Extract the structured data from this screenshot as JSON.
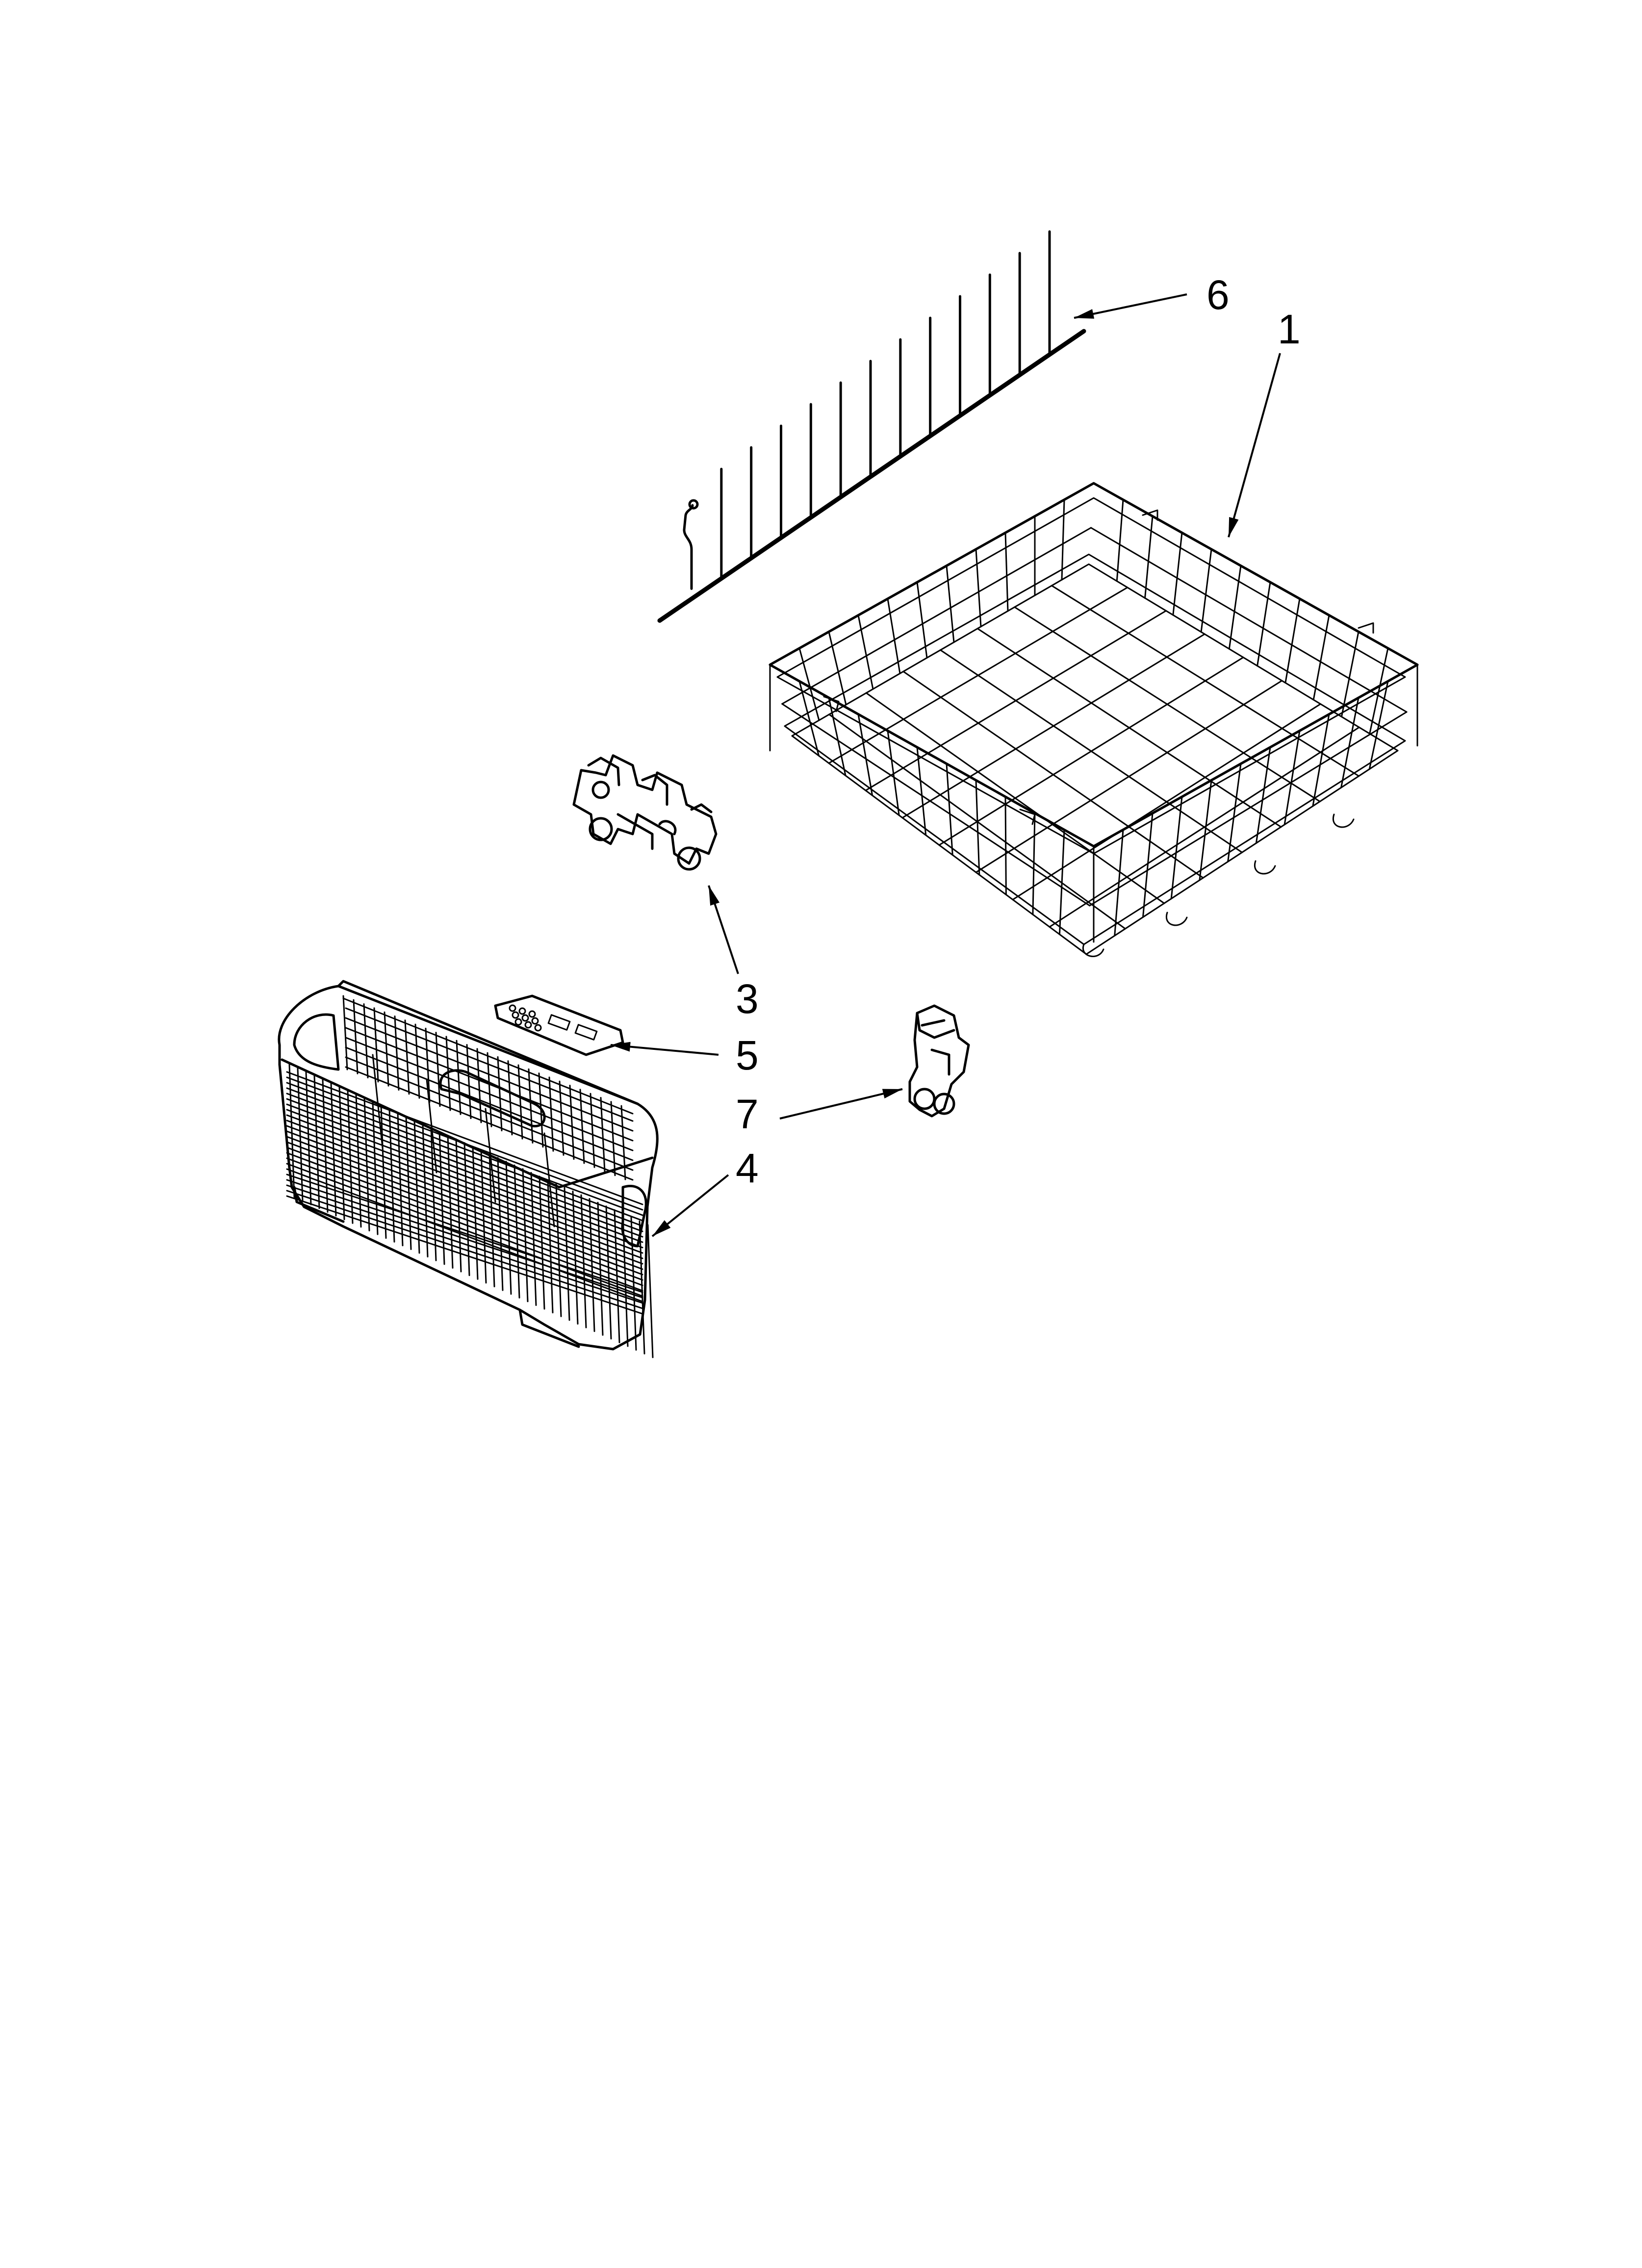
{
  "parts": [
    {
      "id": "1",
      "label": "1",
      "description_icon": "dish-rack-icon"
    },
    {
      "id": "3",
      "label": "3",
      "description_icon": "rack-roller-bracket-icon"
    },
    {
      "id": "4",
      "label": "4",
      "description_icon": "silverware-basket-icon"
    },
    {
      "id": "5",
      "label": "5",
      "description_icon": "basket-lid-icon"
    },
    {
      "id": "6",
      "label": "6",
      "description_icon": "tine-row-icon"
    },
    {
      "id": "7",
      "label": "7",
      "description_icon": "rack-wheel-icon"
    }
  ],
  "colors": {
    "line": "#000000",
    "background": "#ffffff"
  }
}
